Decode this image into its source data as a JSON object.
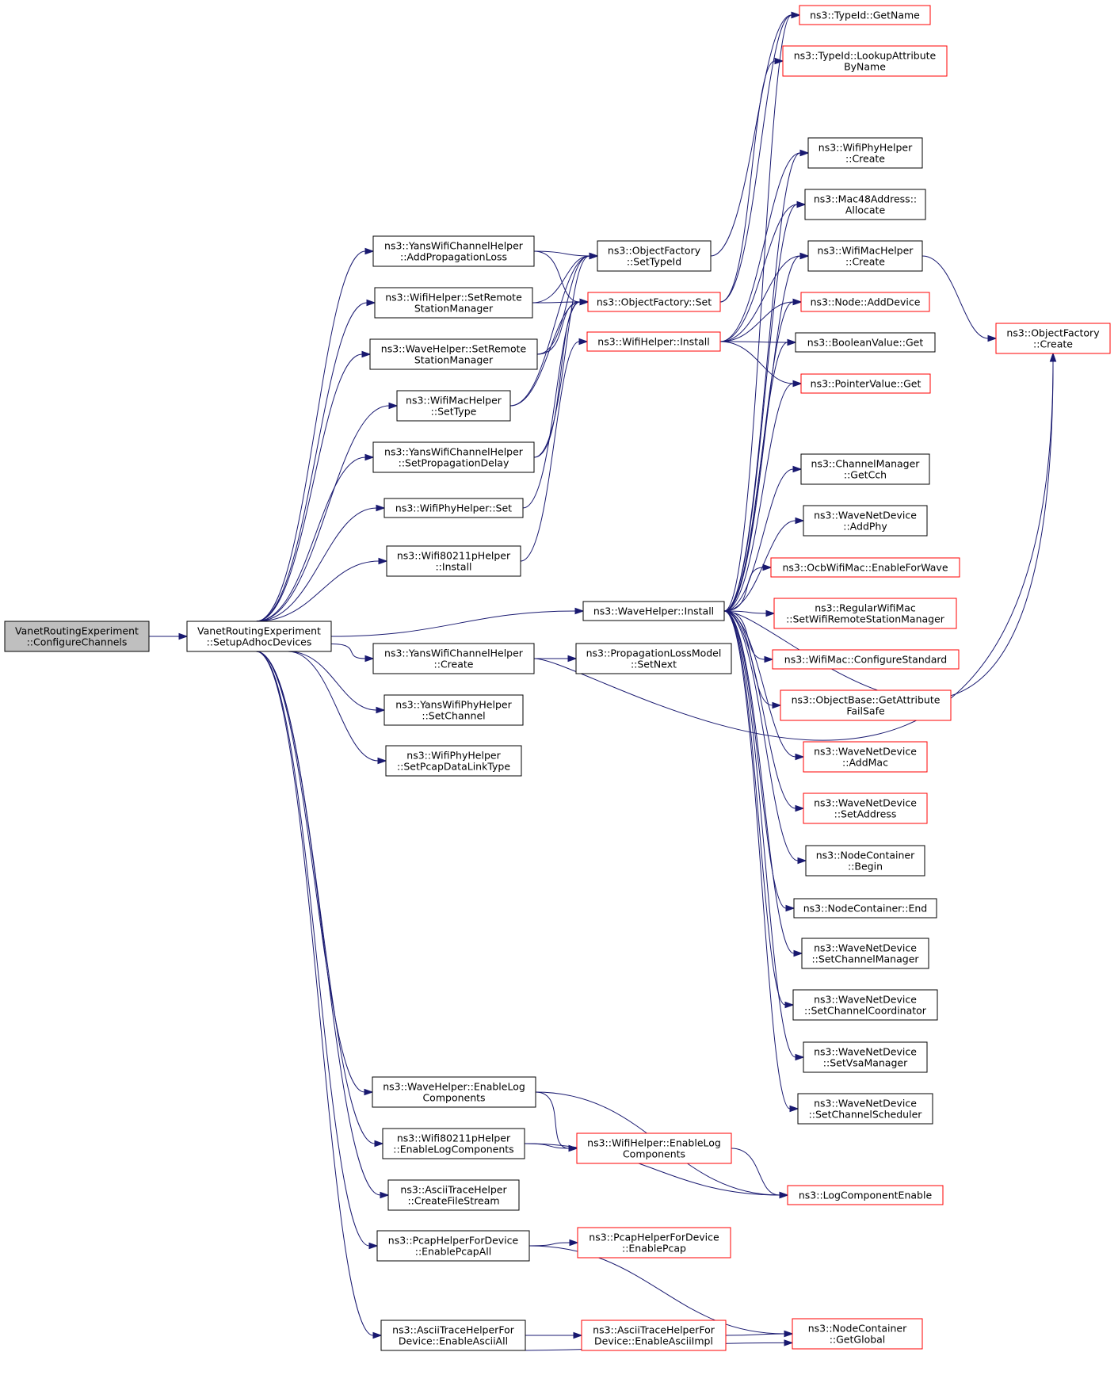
{
  "colors": {
    "edge": "#191970",
    "node_border": "#000000",
    "node_border_external": "#ff0000",
    "root_fill": "#bfbfbf",
    "node_fill": "#ffffff"
  },
  "nodes": {
    "configure_channels": {
      "lines": [
        "VanetRoutingExperiment",
        "::ConfigureChannels"
      ],
      "style": "root"
    },
    "setup_adhoc_devices": {
      "lines": [
        "VanetRoutingExperiment",
        "::SetupAdhocDevices"
      ],
      "style": "normal"
    },
    "yans_add_propagation_loss": {
      "lines": [
        "ns3::YansWifiChannelHelper",
        "::AddPropagationLoss"
      ],
      "style": "normal"
    },
    "wifi_set_remote_station_manager": {
      "lines": [
        "ns3::WifiHelper::SetRemote",
        "StationManager"
      ],
      "style": "normal"
    },
    "wave_set_remote_station_manager": {
      "lines": [
        "ns3::WaveHelper::SetRemote",
        "StationManager"
      ],
      "style": "normal"
    },
    "wifimac_set_type": {
      "lines": [
        "ns3::WifiMacHelper",
        "::SetType"
      ],
      "style": "normal"
    },
    "yans_set_propagation_delay": {
      "lines": [
        "ns3::YansWifiChannelHelper",
        "::SetPropagationDelay"
      ],
      "style": "normal"
    },
    "wifiphy_set": {
      "lines": [
        "ns3::WifiPhyHelper::Set"
      ],
      "style": "normal"
    },
    "wifi80211p_install": {
      "lines": [
        "ns3::Wifi80211pHelper",
        "::Install"
      ],
      "style": "normal"
    },
    "yans_channel_create": {
      "lines": [
        "ns3::YansWifiChannelHelper",
        "::Create"
      ],
      "style": "normal"
    },
    "yansphy_set_channel": {
      "lines": [
        "ns3::YansWifiPhyHelper",
        "::SetChannel"
      ],
      "style": "normal"
    },
    "wifiphy_set_pcap_dlt": {
      "lines": [
        "ns3::WifiPhyHelper",
        "::SetPcapDataLinkType"
      ],
      "style": "normal"
    },
    "wave_enable_log": {
      "lines": [
        "ns3::WaveHelper::EnableLog",
        "Components"
      ],
      "style": "normal"
    },
    "wifi80211p_enable_log": {
      "lines": [
        "ns3::Wifi80211pHelper",
        "::EnableLogComponents"
      ],
      "style": "normal"
    },
    "ascii_create_file_stream": {
      "lines": [
        "ns3::AsciiTraceHelper",
        "::CreateFileStream"
      ],
      "style": "normal"
    },
    "pcap_enable_pcap_all": {
      "lines": [
        "ns3::PcapHelperForDevice",
        "::EnablePcapAll"
      ],
      "style": "normal"
    },
    "ascii_enable_ascii_all": {
      "lines": [
        "ns3::AsciiTraceHelperFor",
        "Device::EnableAsciiAll"
      ],
      "style": "normal"
    },
    "objectfactory_set_typeid": {
      "lines": [
        "ns3::ObjectFactory",
        "::SetTypeId"
      ],
      "style": "normal"
    },
    "objectfactory_set": {
      "lines": [
        "ns3::ObjectFactory::Set"
      ],
      "style": "external"
    },
    "wifihelper_install": {
      "lines": [
        "ns3::WifiHelper::Install"
      ],
      "style": "external"
    },
    "wavehelper_install": {
      "lines": [
        "ns3::WaveHelper::Install"
      ],
      "style": "normal"
    },
    "proplossmodel_setnext": {
      "lines": [
        "ns3::PropagationLossModel",
        "::SetNext"
      ],
      "style": "normal"
    },
    "wifihelper_enable_log": {
      "lines": [
        "ns3::WifiHelper::EnableLog",
        "Components"
      ],
      "style": "external"
    },
    "pcap_enable_pcap": {
      "lines": [
        "ns3::PcapHelperForDevice",
        "::EnablePcap"
      ],
      "style": "external"
    },
    "ascii_enable_ascii_impl": {
      "lines": [
        "ns3::AsciiTraceHelperFor",
        "Device::EnableAsciiImpl"
      ],
      "style": "external"
    },
    "typeid_getname": {
      "lines": [
        "ns3::TypeId::GetName"
      ],
      "style": "external"
    },
    "typeid_lookup_attr": {
      "lines": [
        "ns3::TypeId::LookupAttribute",
        "ByName"
      ],
      "style": "external"
    },
    "wifiphyhelper_create": {
      "lines": [
        "ns3::WifiPhyHelper",
        "::Create"
      ],
      "style": "normal"
    },
    "mac48_allocate": {
      "lines": [
        "ns3::Mac48Address::",
        "Allocate"
      ],
      "style": "normal"
    },
    "wifimachelper_create": {
      "lines": [
        "ns3::WifiMacHelper",
        "::Create"
      ],
      "style": "normal"
    },
    "node_add_device": {
      "lines": [
        "ns3::Node::AddDevice"
      ],
      "style": "external"
    },
    "boolean_get": {
      "lines": [
        "ns3::BooleanValue::Get"
      ],
      "style": "normal"
    },
    "pointer_get": {
      "lines": [
        "ns3::PointerValue::Get"
      ],
      "style": "external"
    },
    "channelmanager_getcch": {
      "lines": [
        "ns3::ChannelManager",
        "::GetCch"
      ],
      "style": "normal"
    },
    "wavenet_addphy": {
      "lines": [
        "ns3::WaveNetDevice",
        "::AddPhy"
      ],
      "style": "normal"
    },
    "ocb_enable_for_wave": {
      "lines": [
        "ns3::OcbWifiMac::EnableForWave"
      ],
      "style": "external"
    },
    "regular_set_wrsm": {
      "lines": [
        "ns3::RegularWifiMac",
        "::SetWifiRemoteStationManager"
      ],
      "style": "external"
    },
    "wifimac_configure_standard": {
      "lines": [
        "ns3::WifiMac::ConfigureStandard"
      ],
      "style": "external"
    },
    "objectbase_get_attr_failsafe": {
      "lines": [
        "ns3::ObjectBase::GetAttribute",
        "FailSafe"
      ],
      "style": "external"
    },
    "wavenet_addmac": {
      "lines": [
        "ns3::WaveNetDevice",
        "::AddMac"
      ],
      "style": "external"
    },
    "wavenet_setaddress": {
      "lines": [
        "ns3::WaveNetDevice",
        "::SetAddress"
      ],
      "style": "external"
    },
    "nodecontainer_begin": {
      "lines": [
        "ns3::NodeContainer",
        "::Begin"
      ],
      "style": "normal"
    },
    "nodecontainer_end": {
      "lines": [
        "ns3::NodeContainer::End"
      ],
      "style": "normal"
    },
    "wavenet_set_channel_manager": {
      "lines": [
        "ns3::WaveNetDevice",
        "::SetChannelManager"
      ],
      "style": "normal"
    },
    "wavenet_set_channel_coordinator": {
      "lines": [
        "ns3::WaveNetDevice",
        "::SetChannelCoordinator"
      ],
      "style": "normal"
    },
    "wavenet_set_vsa_manager": {
      "lines": [
        "ns3::WaveNetDevice",
        "::SetVsaManager"
      ],
      "style": "normal"
    },
    "wavenet_set_channel_scheduler": {
      "lines": [
        "ns3::WaveNetDevice",
        "::SetChannelScheduler"
      ],
      "style": "normal"
    },
    "logcomponent_enable": {
      "lines": [
        "ns3::LogComponentEnable"
      ],
      "style": "external"
    },
    "nodecontainer_getglobal": {
      "lines": [
        "ns3::NodeContainer",
        "::GetGlobal"
      ],
      "style": "external"
    },
    "objectfactory_create": {
      "lines": [
        "ns3::ObjectFactory",
        "::Create"
      ],
      "style": "external"
    }
  }
}
